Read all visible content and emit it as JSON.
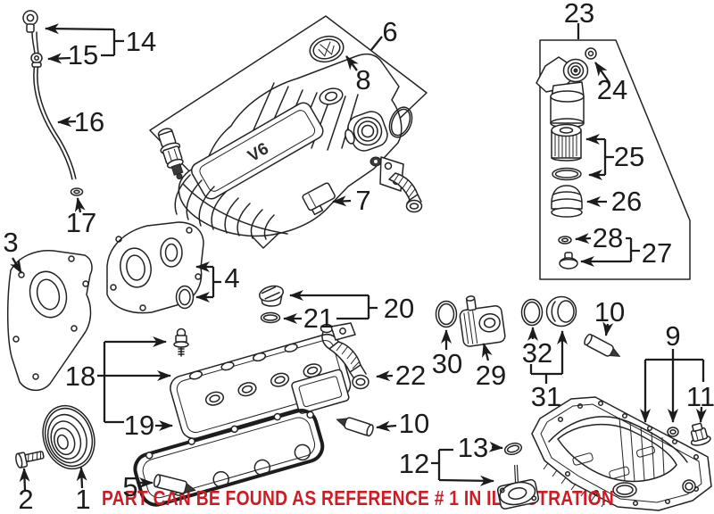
{
  "banner": {
    "text": "PART CAN BE FOUND AS REFERENCE # 1 IN ILLUSTRATION",
    "color": "#ce1c24"
  },
  "badges": {
    "engine_cover": "V6"
  },
  "icons": {
    "emblem": "vw-roundel-icon"
  },
  "colors": {
    "line_art": "#232323",
    "label_text": "#1c1c1c",
    "background": "#ffffff"
  },
  "callouts": {
    "crankshaft_pulley": "1",
    "pulley_bolt": "2",
    "sealing_flange": "3",
    "front_cover": "4",
    "sealant_tube_front": "5",
    "intake_manifold": "6",
    "manifold_support": "7",
    "emblem": "8",
    "oil_pan_interior": "9",
    "sealant_tube_mid": "10",
    "sealant_tube_right": "10",
    "drain_plug": "11",
    "oil_level_sensor": "12",
    "sensor_oring": "13",
    "dipstick_handle": "14",
    "dipstick_clip": "15",
    "dipstick_tube": "16",
    "tube_seal": "17",
    "valve_cover": "18",
    "valve_cover_gasket": "19",
    "filler_cap": "20",
    "cap_seal": "21",
    "breather_hose": "22",
    "oil_filter_assembly": "23",
    "filter_oring_small": "24",
    "filter_element": "25",
    "filter_cap": "26",
    "filter_plug": "27",
    "plug_seal": "28",
    "oil_cooler": "29",
    "cooler_oring": "30",
    "cooler_plug": "31",
    "cooler_plug_seal": "32"
  }
}
